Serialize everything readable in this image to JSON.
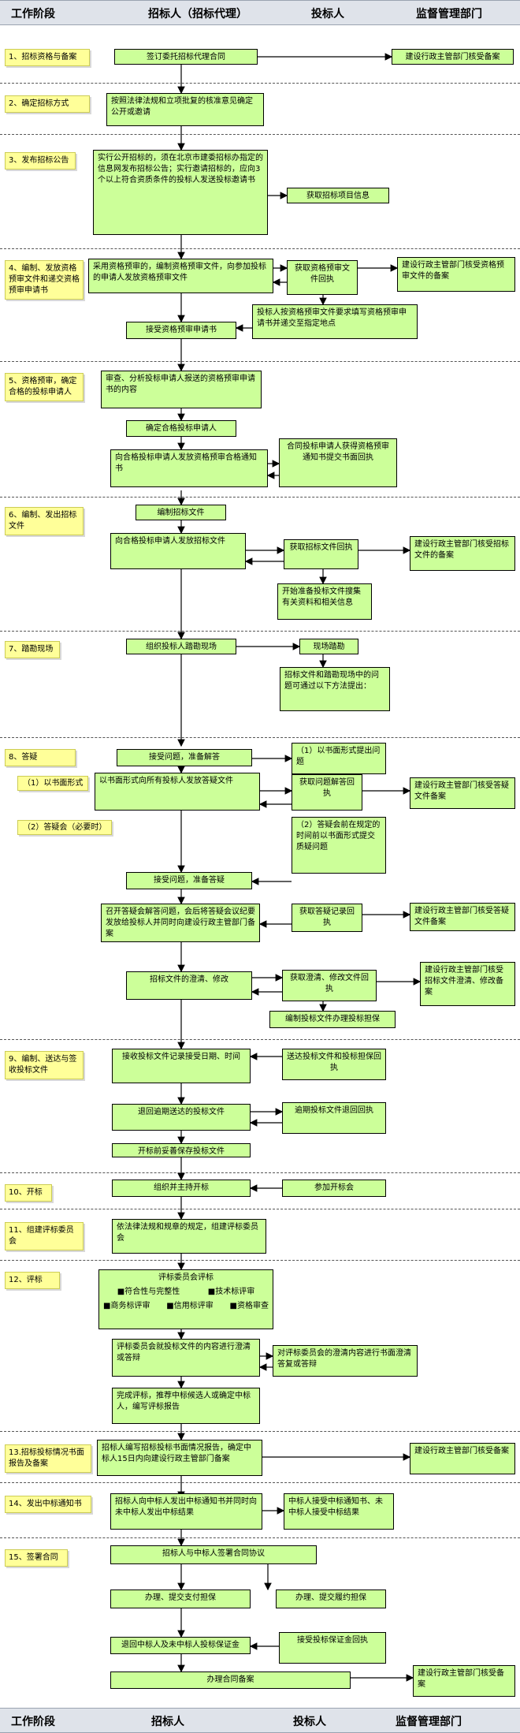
{
  "header": {
    "col1": "工作阶段",
    "col2": "招标人（招标代理）",
    "col3": "投标人",
    "col4": "监督管理部门"
  },
  "footer": {
    "col1": "工作阶段",
    "col2": "招标人",
    "col3": "投标人",
    "col4": "监督管理部门"
  },
  "stages": {
    "s1": "1、招标资格与备案",
    "s2": "2、确定招标方式",
    "s3": "3、发布招标公告",
    "s4": "4、编制、发放资格预审文件和递交资格预审申请书",
    "s5": "5、资格预审，确定合格的投标申请人",
    "s6": "6、编制、发出招标文件",
    "s7": "7、踏勘现场",
    "s8": "8、答疑",
    "s8a": "（1）以书面形式",
    "s8b": "（2）答疑会（必要时）",
    "s9": "9、编制、送达与签收投标文件",
    "s10": "10、开标",
    "s11": "11、组建评标委员会",
    "s12": "12、评标",
    "s13": "13.招标投标情况书面报告及备案",
    "s14": "14、发出中标通知书",
    "s15": "15、签署合同"
  },
  "boxes": {
    "b1a": "签订委托招标代理合同",
    "b1b": "建设行政主管部门核受备案",
    "b2a": "按照法律法规和立项批复的核准意见确定公开或邀请",
    "b3a": "实行公开招标的，须在北京市建委招标办指定的信息网发布招标公告；实行邀请招标的，应向3个以上符合资质条件的投标人发送投标邀请书",
    "b3b": "获取招标项目信息",
    "b4a": "采用资格预审的，编制资格预审文件，向参加投标的申请人发放资格预审文件",
    "b4b": "获取资格预审文件回执",
    "b4c": "建设行政主管部门核受资格预审文件的备案",
    "b4d": "投标人按资格预审文件要求填写资格预审申请书并递交至指定地点",
    "b4e": "接受资格预审申请书",
    "b5a": "审查、分析投标申请人报送的资格预审申请书的内容",
    "b5b": "确定合格投标申请人",
    "b5c": "向合格投标申请人发放资格预审合格通知书",
    "b5d": "合同投标申请人获得资格预审通知书提交书面回执",
    "b6a": "编制招标文件",
    "b6b": "向合格投标申请人发放招标文件",
    "b6c": "获取招标文件回执",
    "b6d": "建设行政主管部门核受招标文件的备案",
    "b6e": "开始准备投标文件搜集有关资料和相关信息",
    "b7a": "组织投标人踏勘现场",
    "b7b": "现场踏勘",
    "b7c": "招标文件和踏勘现场中的问题可通过以下方法提出：",
    "b8a": "接受问题，准备解答",
    "b8b": "（1）以书面形式提出问题",
    "b8c": "以书面形式向所有投标人发放答疑文件",
    "b8d": "获取问题解答回执",
    "b8e": "建设行政主管部门核受答疑文件备案",
    "b8f": "（2）答疑会前在规定的时间前以书面形式提交质疑问题",
    "b8g": "接受问题，准备答疑",
    "b8h": "召开答疑会解答问题，会后将答疑会议纪要发放给投标人并同时向建设行政主管部门备案",
    "b8i": "获取答疑记录回执",
    "b8j": "建设行政主管部门核受答疑文件备案",
    "b8k": "招标文件的澄清、修改",
    "b8l": "获取澄清、修改文件回执",
    "b8m": "建设行政主管部门核受招标文件澄清、修改备案",
    "b8n": "编制投标文件办理投标担保",
    "b9a": "接收投标文件记录接受日期、时间",
    "b9b": "送达投标文件和投标担保回执",
    "b9c": "退回逾期送达的投标文件",
    "b9d": "逾期投标文件退回回执",
    "b9e": "开标前妥善保存投标文件",
    "b10a": "组织并主持开标",
    "b10b": "参加开标会",
    "b11a": "依法律法规和规章的规定，组建评标委员会",
    "b12a": "评标委员会评标",
    "b12a1": "■符合性与完整性",
    "b12a2": "■技术标评审",
    "b12a3": "■商务标评审",
    "b12a4": "■信用标评审",
    "b12a5": "■资格审查",
    "b12b": "评标委员会就投标文件的内容进行澄清或答辩",
    "b12c": "对评标委员会的澄清内容进行书面澄清答复或答辩",
    "b12d": "完成评标，推荐中标候选人或确定中标人，编写评标报告",
    "b13a": "招标人编写招标投标书面情况报告，确定中标人15日内向建设行政主管部门备案",
    "b13b": "建设行政主管部门核受备案",
    "b14a": "招标人向中标人发出中标通知书并同时向未中标人发出中标结果",
    "b14b": "中标人接受中标通知书、未中标人接受中标结果",
    "b15a": "招标人与中标人签署合同协议",
    "b15b": "办理、提交支付担保",
    "b15c": "办理、提交履约担保",
    "b15d": "退回中标人及未中标人投标保证金",
    "b15e": "接受投标保证金回执",
    "b15f": "办理合同备案",
    "b15g": "建设行政主管部门核受备案"
  }
}
